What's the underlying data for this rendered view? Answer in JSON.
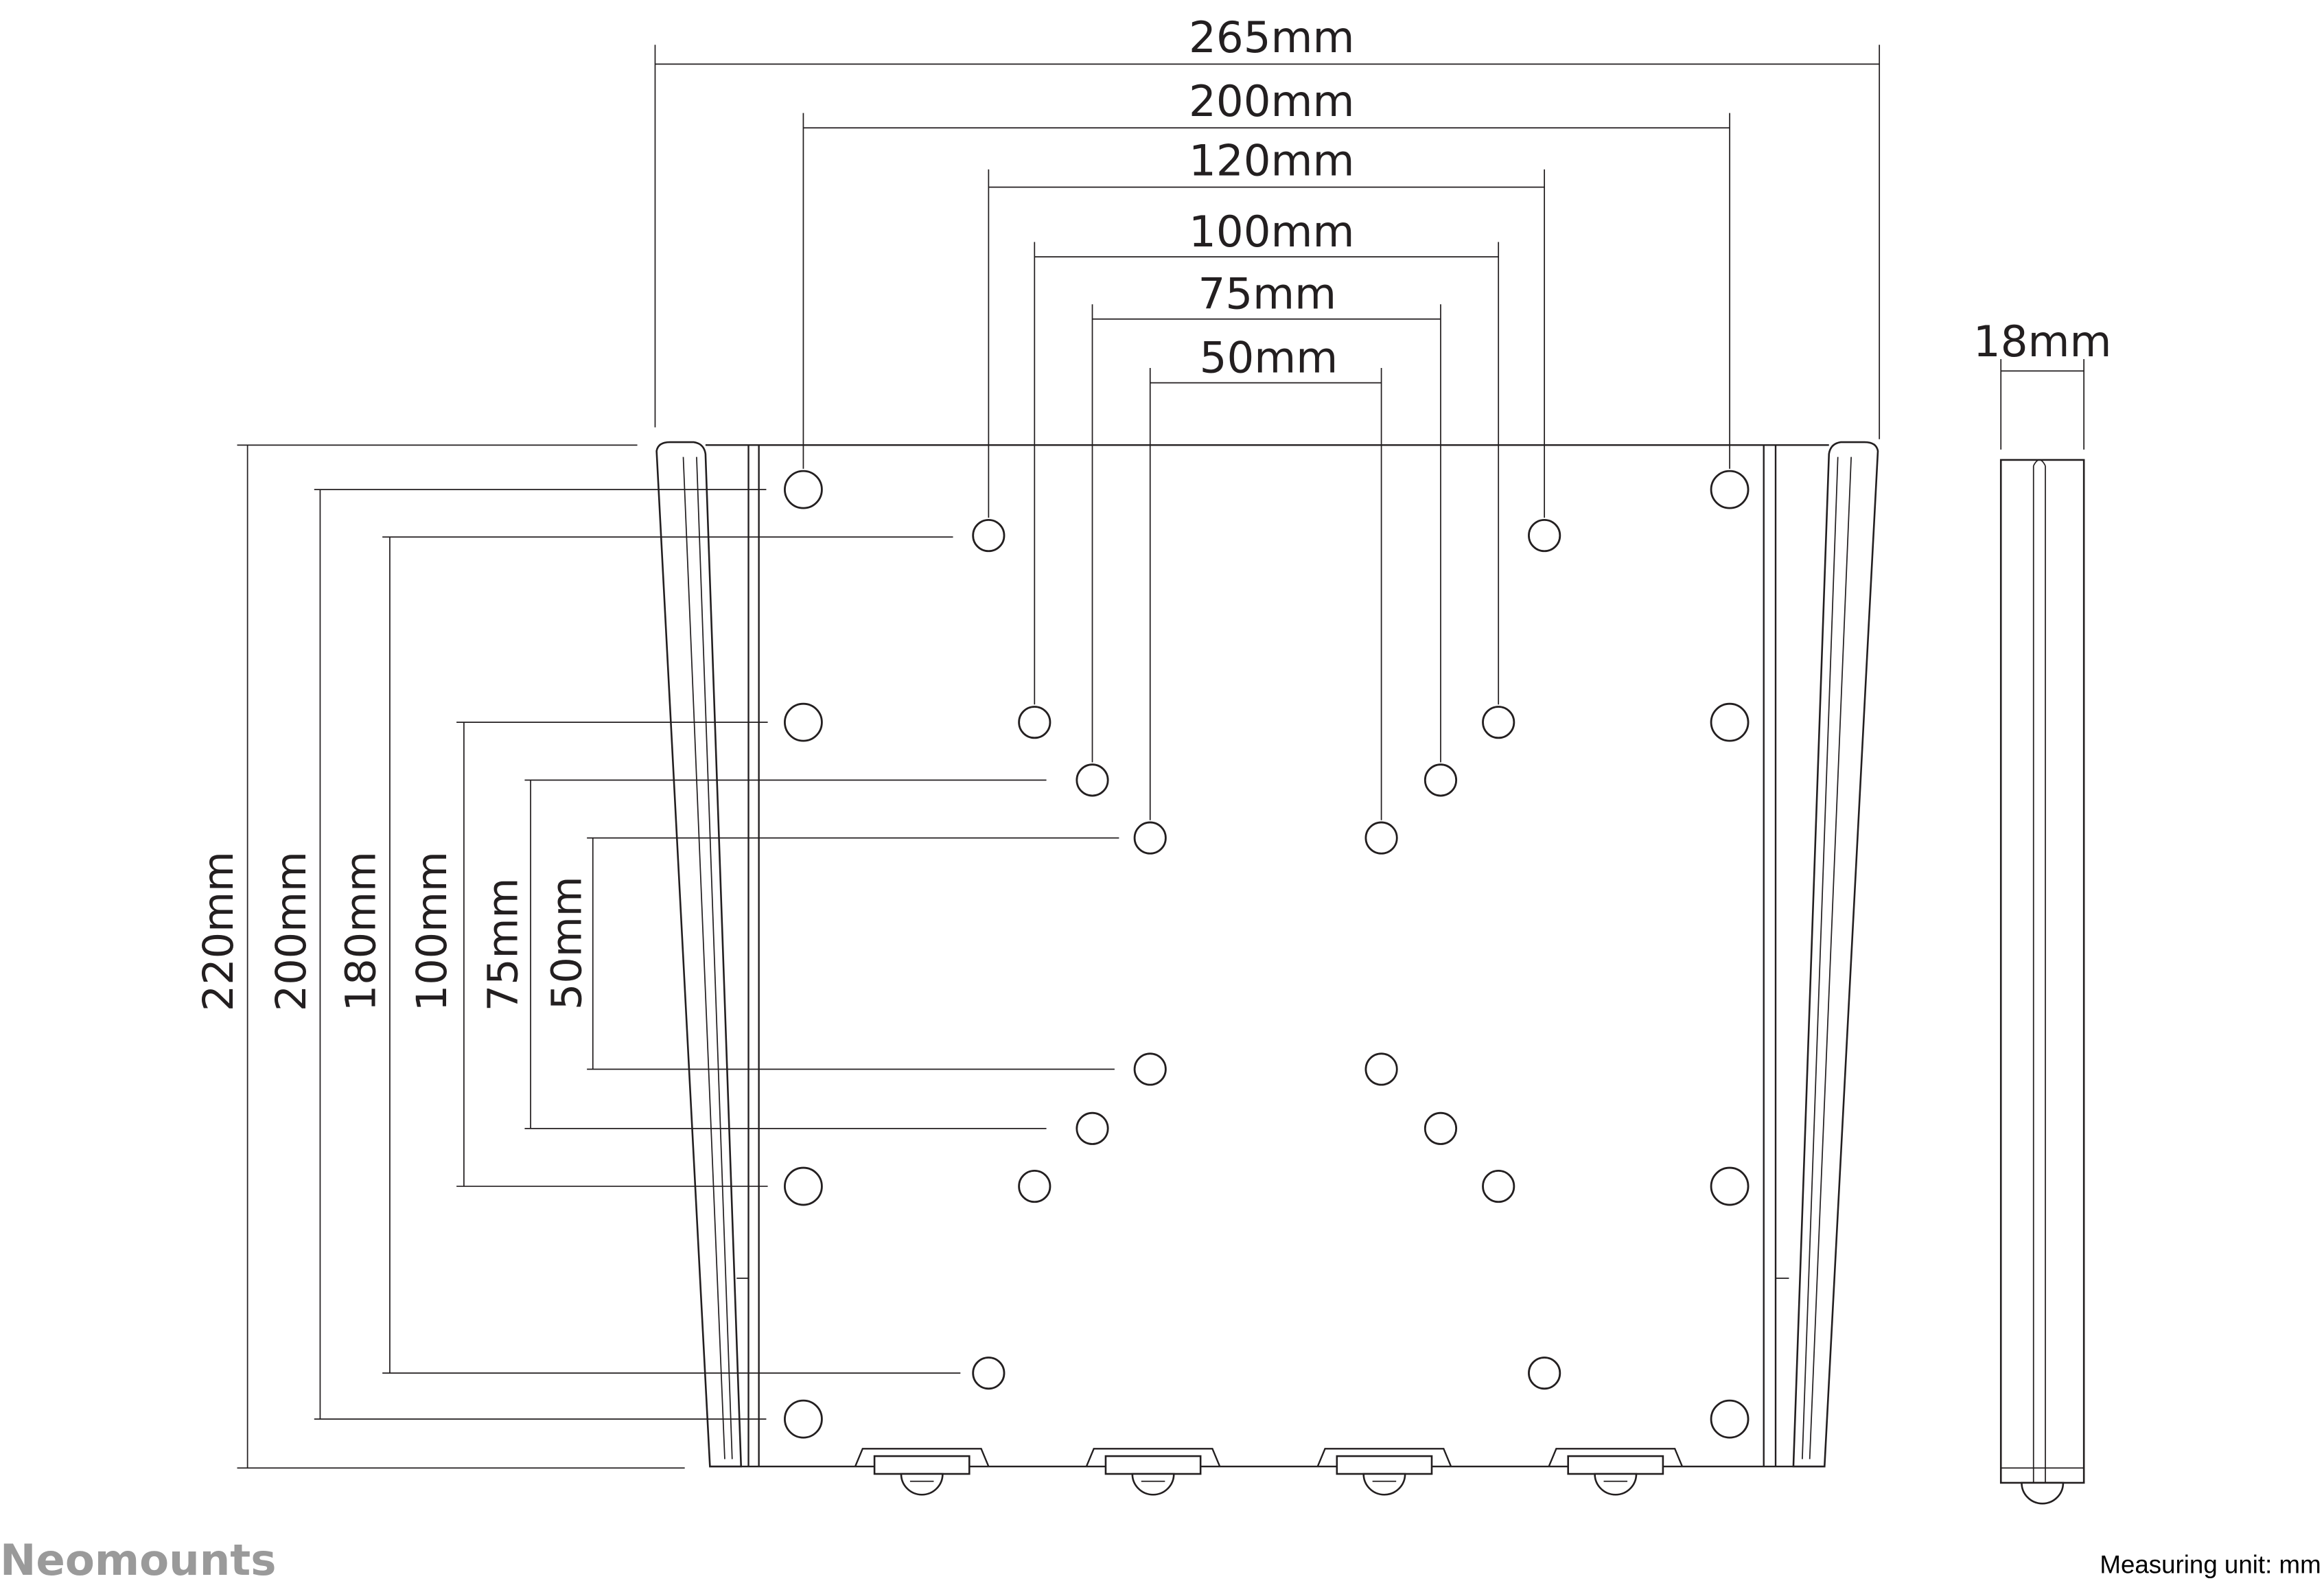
{
  "brand": "Neomounts",
  "footer": {
    "measuring_unit": "Measuring unit: mm"
  },
  "front_view": {
    "width_dimensions": [
      "265mm",
      "200mm",
      "120mm",
      "100mm",
      "75mm",
      "50mm"
    ],
    "height_dimensions": [
      "220mm",
      "200mm",
      "180mm",
      "100mm",
      "75mm",
      "50mm"
    ]
  },
  "side_view": {
    "depth_dimension": "18mm"
  },
  "colors": {
    "line": "#231f20",
    "brand": "#9a9a9a"
  }
}
